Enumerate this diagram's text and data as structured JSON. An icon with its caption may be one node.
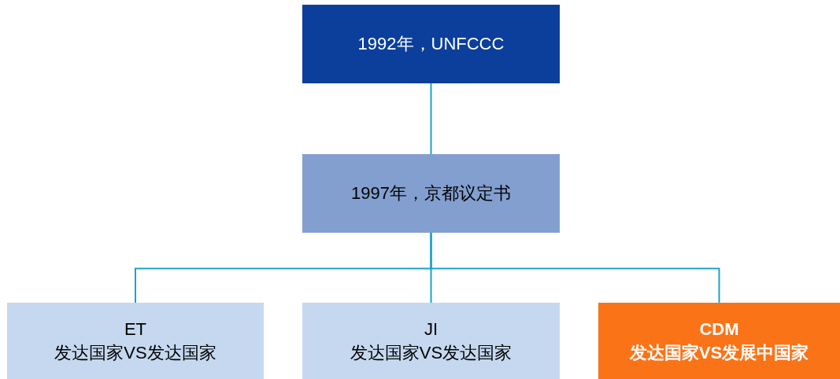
{
  "diagram": {
    "nodes": [
      {
        "text": [
          "1992年，UNFCCC"
        ]
      },
      {
        "text": [
          "1997年，京都议定书"
        ]
      },
      {
        "text": [
          "ET",
          "发达国家VS发达国家"
        ]
      },
      {
        "text": [
          "JI",
          "发达国家VS发达国家"
        ]
      },
      {
        "text": [
          "CDM",
          "发达国家VS发展中国家"
        ]
      }
    ],
    "edges": [
      {
        "from": 0,
        "to": 1,
        "arrow": "none"
      },
      {
        "from": 1,
        "to": 2,
        "arrow": "none"
      },
      {
        "from": 1,
        "to": 3,
        "arrow": "none"
      },
      {
        "from": 1,
        "to": 4,
        "arrow": "none"
      }
    ]
  }
}
